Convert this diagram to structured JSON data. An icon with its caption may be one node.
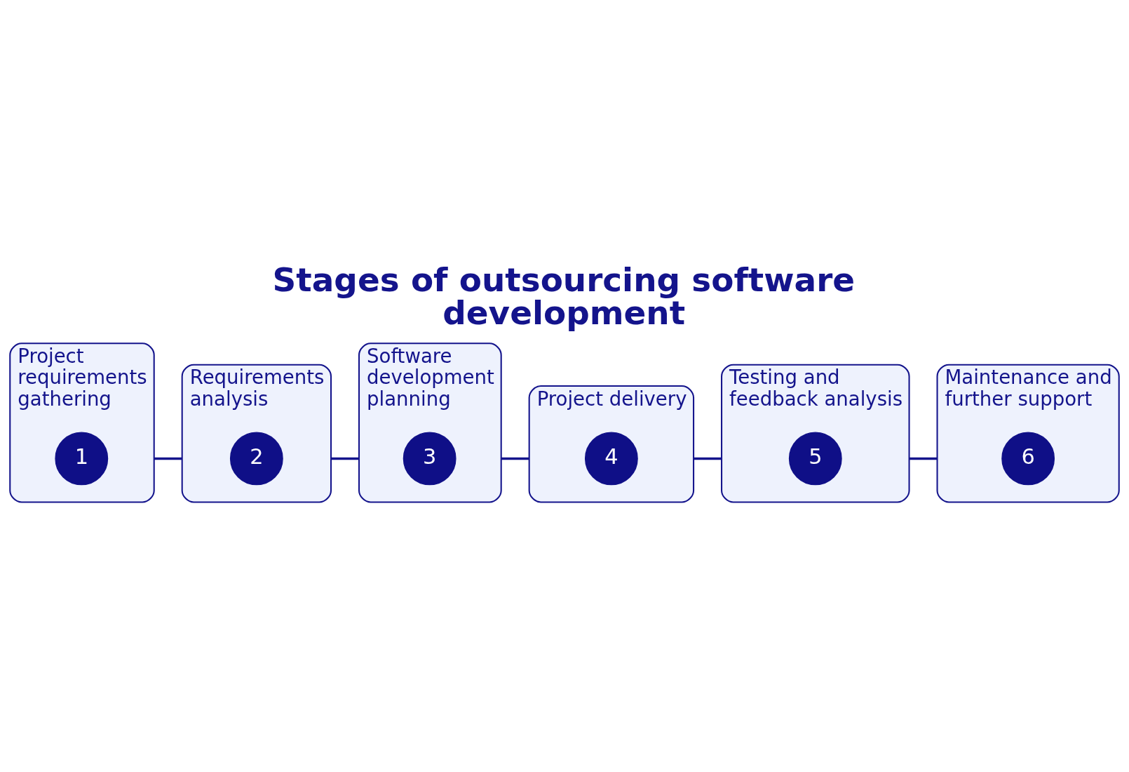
{
  "diagram": {
    "title": "Stages of outsourcing software development",
    "nodes": [
      {
        "text": [
          "Project requirements gathering"
        ]
      },
      {
        "text": [
          "1"
        ],
        "in": 0
      },
      {
        "text": [
          "Requirements analysis"
        ]
      },
      {
        "text": [
          "2"
        ],
        "in": 2
      },
      {
        "text": [
          "Software development planning"
        ]
      },
      {
        "text": [
          "3"
        ],
        "in": 4
      },
      {
        "text": [
          "Project delivery"
        ]
      },
      {
        "text": [
          "4"
        ],
        "in": 6
      },
      {
        "text": [
          "Testing and feedback analysis"
        ]
      },
      {
        "text": [
          "5"
        ],
        "in": 8
      },
      {
        "text": [
          "Maintenance and further support"
        ]
      },
      {
        "text": [
          "6"
        ],
        "in": 10
      }
    ],
    "edges": [
      {
        "from": 0,
        "to": 2,
        "arrow": "none"
      },
      {
        "from": 2,
        "to": 4,
        "arrow": "none"
      },
      {
        "from": 4,
        "to": 6,
        "arrow": "none"
      },
      {
        "from": 6,
        "to": 8,
        "arrow": "none"
      },
      {
        "from": 8,
        "to": 10,
        "arrow": "none"
      }
    ]
  }
}
